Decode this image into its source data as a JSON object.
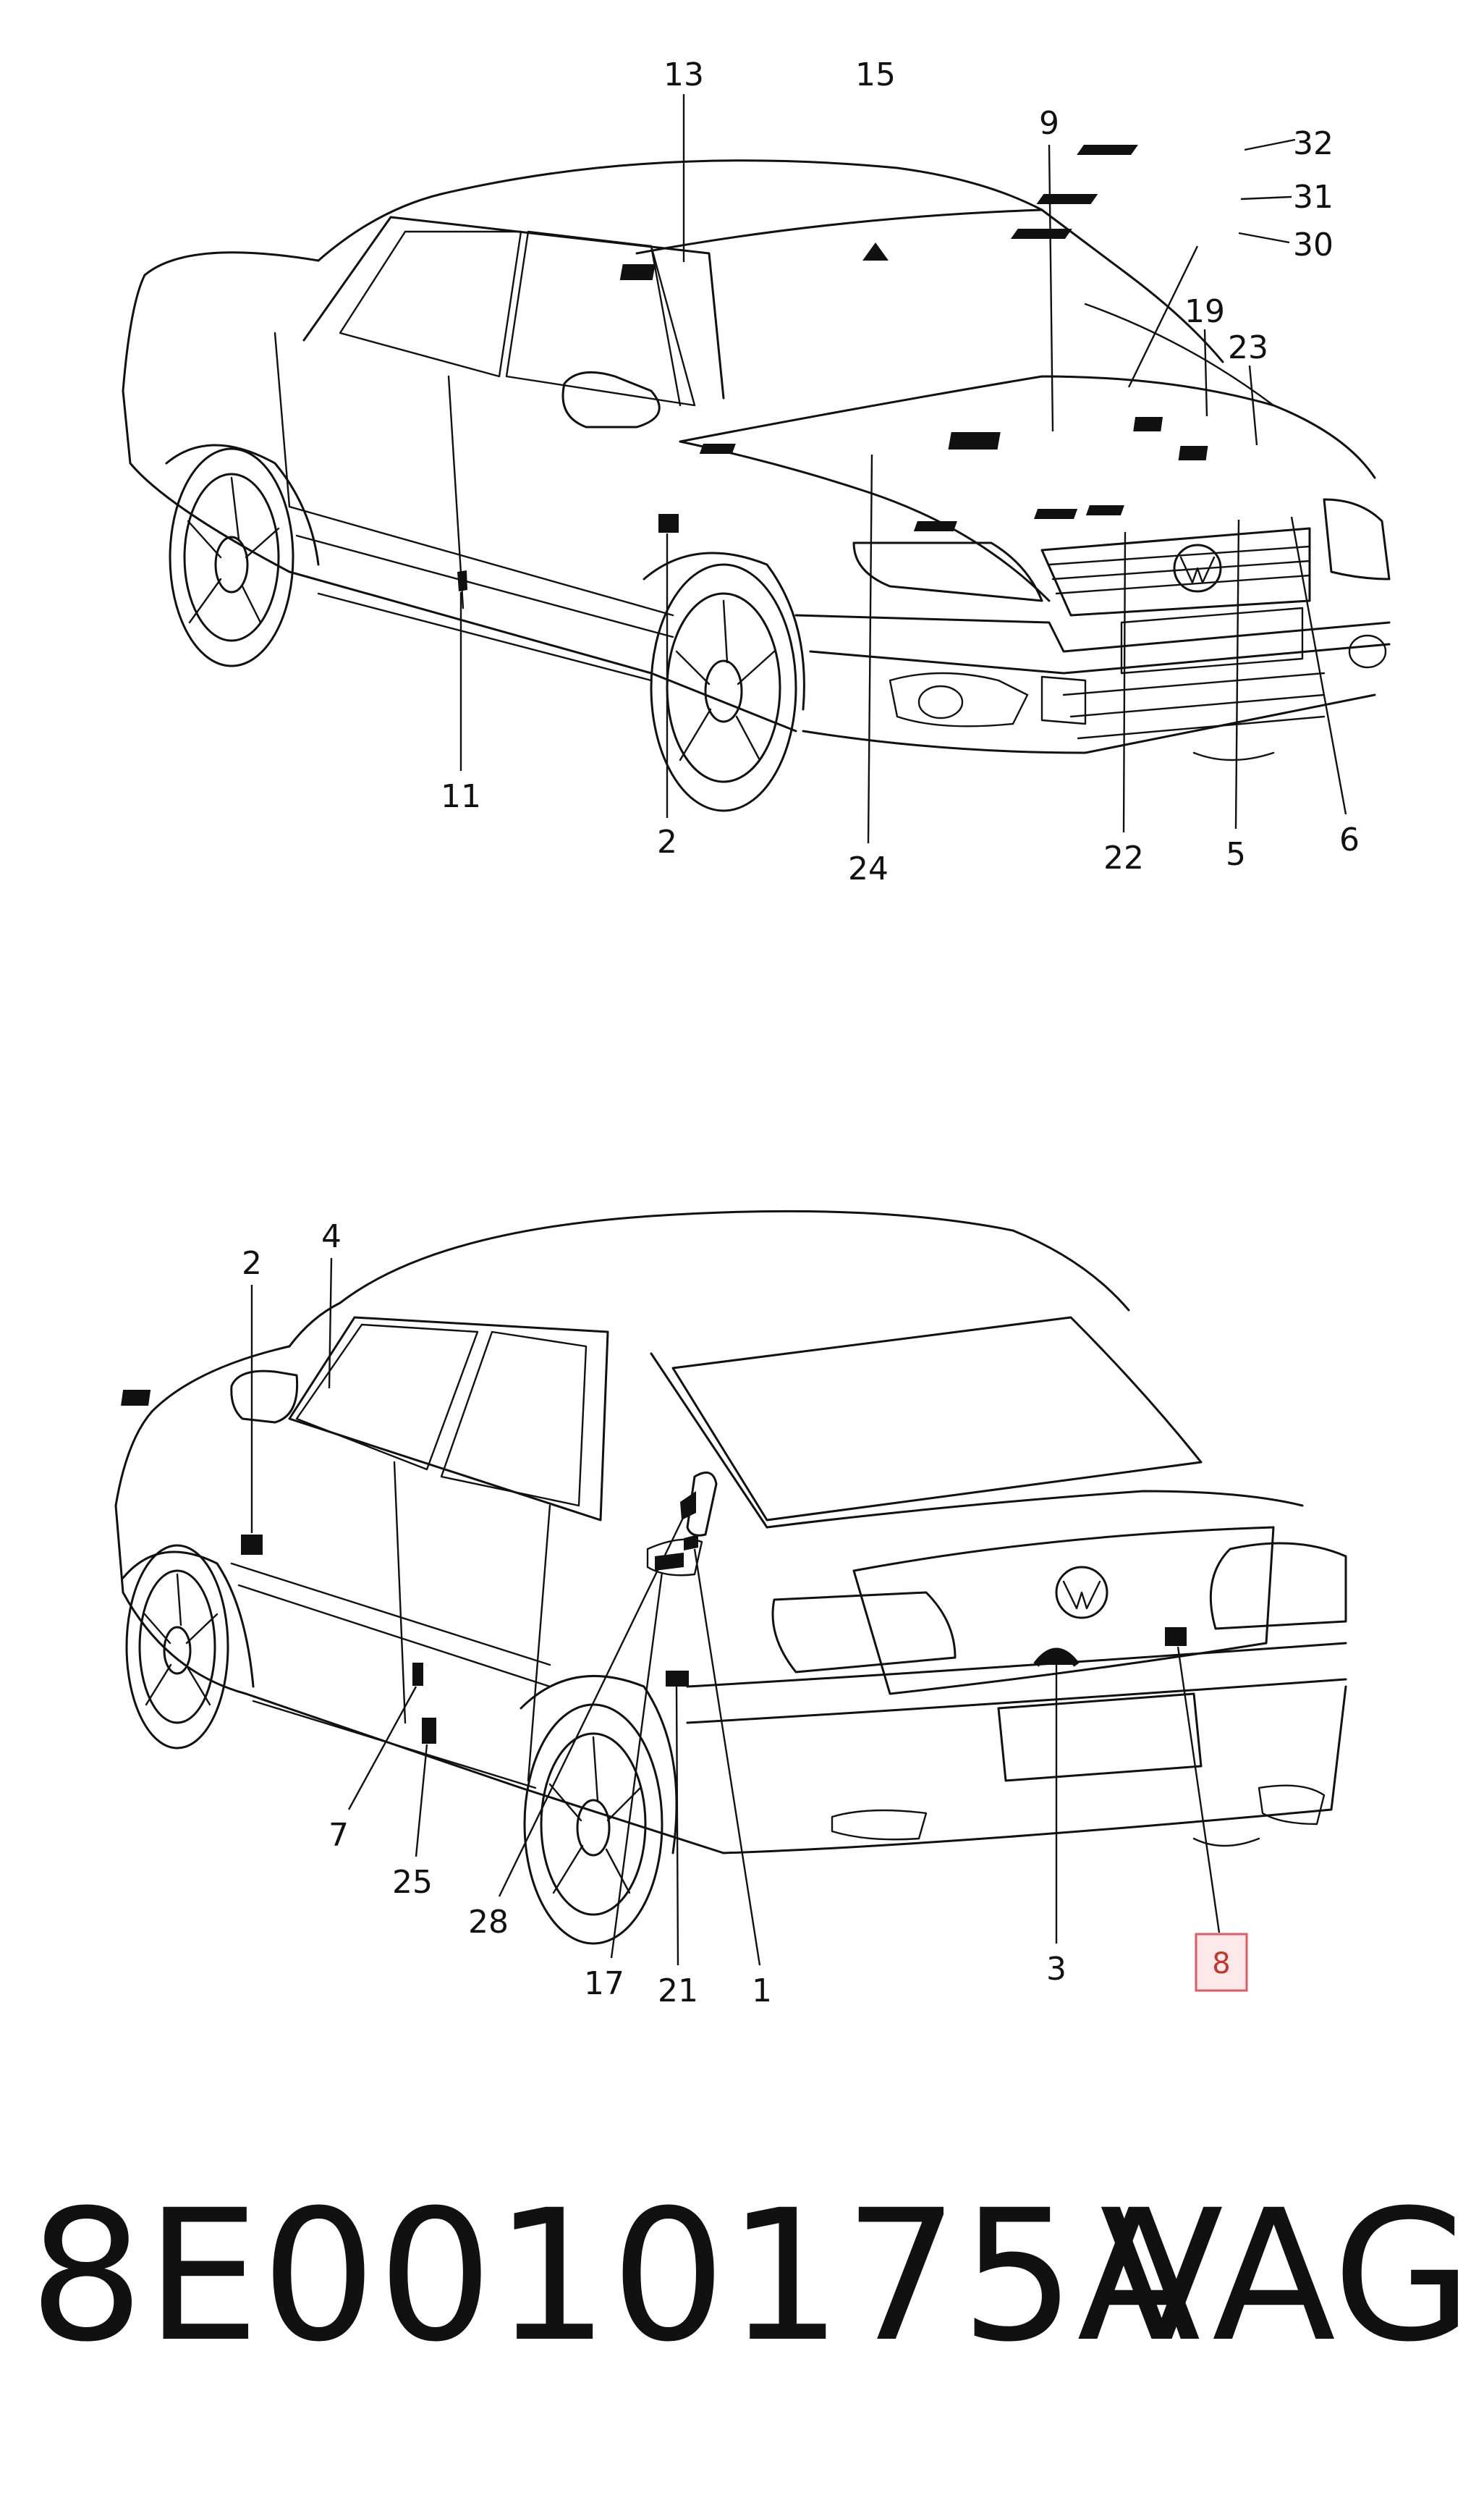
{
  "footer": {
    "part_number": "8E0010175A",
    "brand": "VAG"
  },
  "colors": {
    "ink": "#111111",
    "highlight_fill": "#fde8ea",
    "highlight_stroke": "#e05a66",
    "highlight_text": "#c0392b"
  },
  "views": {
    "front": {
      "callouts": [
        "13",
        "15",
        "9",
        "32",
        "31",
        "30",
        "19",
        "23",
        "11",
        "2",
        "24",
        "22",
        "5",
        "6"
      ]
    },
    "rear": {
      "callouts": [
        "2",
        "4",
        "7",
        "25",
        "28",
        "17",
        "21",
        "1",
        "3",
        "8"
      ],
      "highlighted": "8"
    }
  }
}
